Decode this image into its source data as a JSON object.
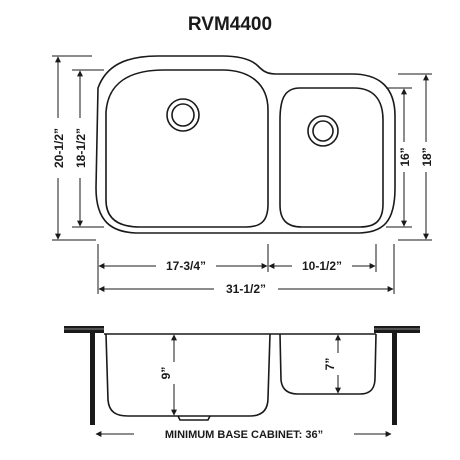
{
  "title": "RVM4400",
  "dimensions": {
    "overall_height_outer": "20-1/2”",
    "overall_height_inner": "18-1/2”",
    "small_bowl_height_inner": "16”",
    "small_bowl_height_outer": "18”",
    "large_bowl_width": "17-3/4”",
    "small_bowl_width": "10-1/2”",
    "overall_width": "31-1/2”",
    "large_bowl_depth": "9”",
    "small_bowl_depth": "7”",
    "minimum_base_cabinet": "MINIMUM BASE CABINET: 36”"
  },
  "colors": {
    "ink": "#1a1a1a",
    "shade": "#8a8a8a"
  }
}
